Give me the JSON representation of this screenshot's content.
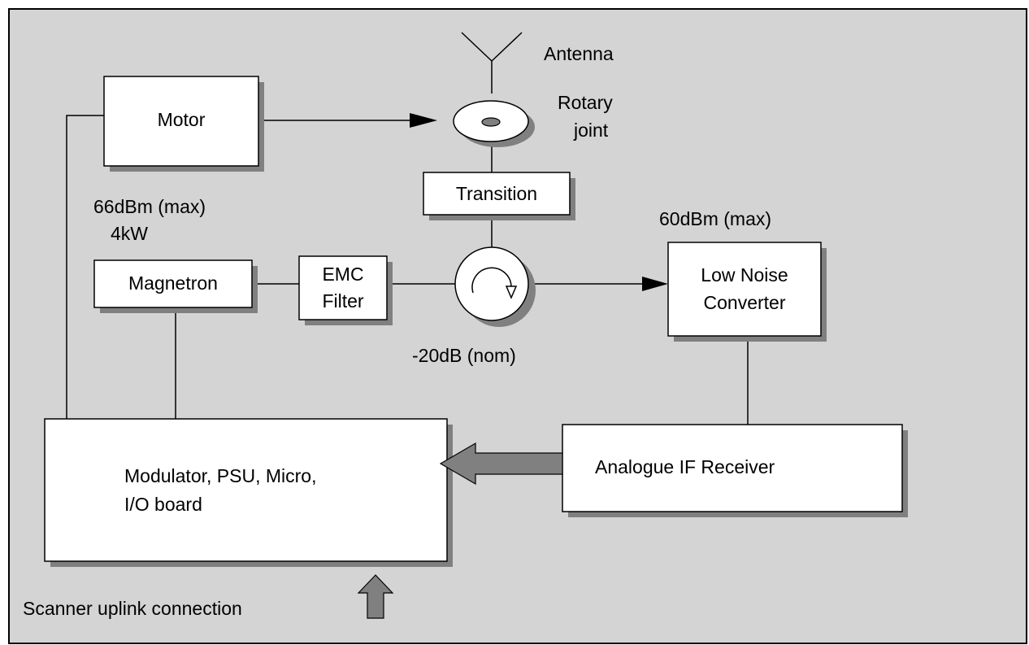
{
  "colors": {
    "background": "#d4d4d4",
    "box_fill": "#ffffff",
    "shadow": "#808080",
    "line": "#000000",
    "block_arrow": "#808080"
  },
  "labels": {
    "antenna": "Antenna",
    "rotary_joint_line1": "Rotary",
    "rotary_joint_line2": "joint",
    "motor": "Motor",
    "transition": "Transition",
    "magnetron_power_line1": "66dBm (max)",
    "magnetron_power_line2": "4kW",
    "converter_power": "60dBm (max)",
    "magnetron": "Magnetron",
    "emc_filter_line1": "EMC",
    "emc_filter_line2": "Filter",
    "circulator_isolation": "-20dB (nom)",
    "low_noise_converter_line1": "Low Noise",
    "low_noise_converter_line2": "Converter",
    "receiver": "Analogue IF Receiver",
    "modulator_line1": "Modulator, PSU, Micro,",
    "modulator_line2": "I/O board",
    "uplink": "Scanner uplink connection"
  }
}
